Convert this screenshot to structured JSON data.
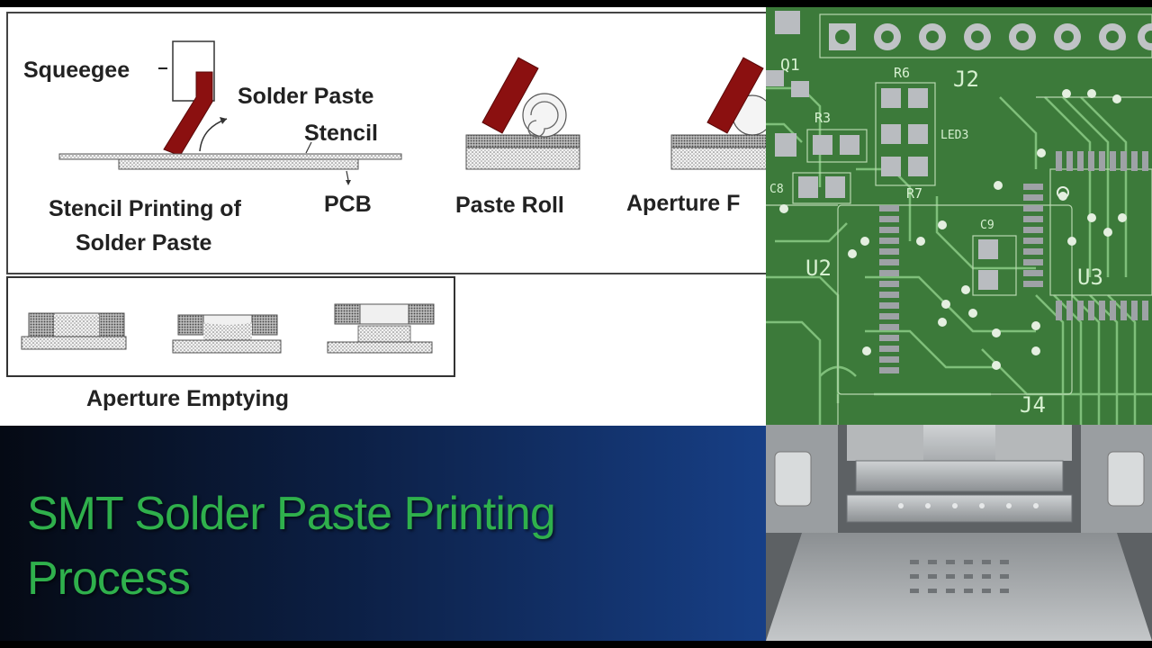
{
  "colors": {
    "title_text": "#2fb04c",
    "squeegee": "#8b1010",
    "pcb_green": "#3c7a3a",
    "pcb_trace": "#7fbf7a",
    "pad": "#b9bcc0",
    "title_bg_dark": "#050a14",
    "title_bg_blue": "#173f86"
  },
  "diagram": {
    "labels": {
      "squeegee": "Squeegee",
      "solder_paste": "Solder Paste",
      "stencil": "Stencil",
      "pcb": "PCB",
      "stencil_printing_1": "Stencil Printing of",
      "stencil_printing_2": "Solder Paste",
      "paste_roll": "Paste Roll",
      "aperture_partial": "Aperture F",
      "aperture_emptying": "Aperture Emptying"
    }
  },
  "pcb_board": {
    "labels": {
      "q1": "Q1",
      "r6": "R6",
      "j2": "J2",
      "r3": "R3",
      "led3": "LED3",
      "c8": "C8",
      "r7": "R7",
      "c9": "C9",
      "u2": "U2",
      "u3": "U3",
      "j4": "J4"
    }
  },
  "slide": {
    "title_line_1": "SMT Solder Paste Printing",
    "title_line_2": "Process"
  }
}
